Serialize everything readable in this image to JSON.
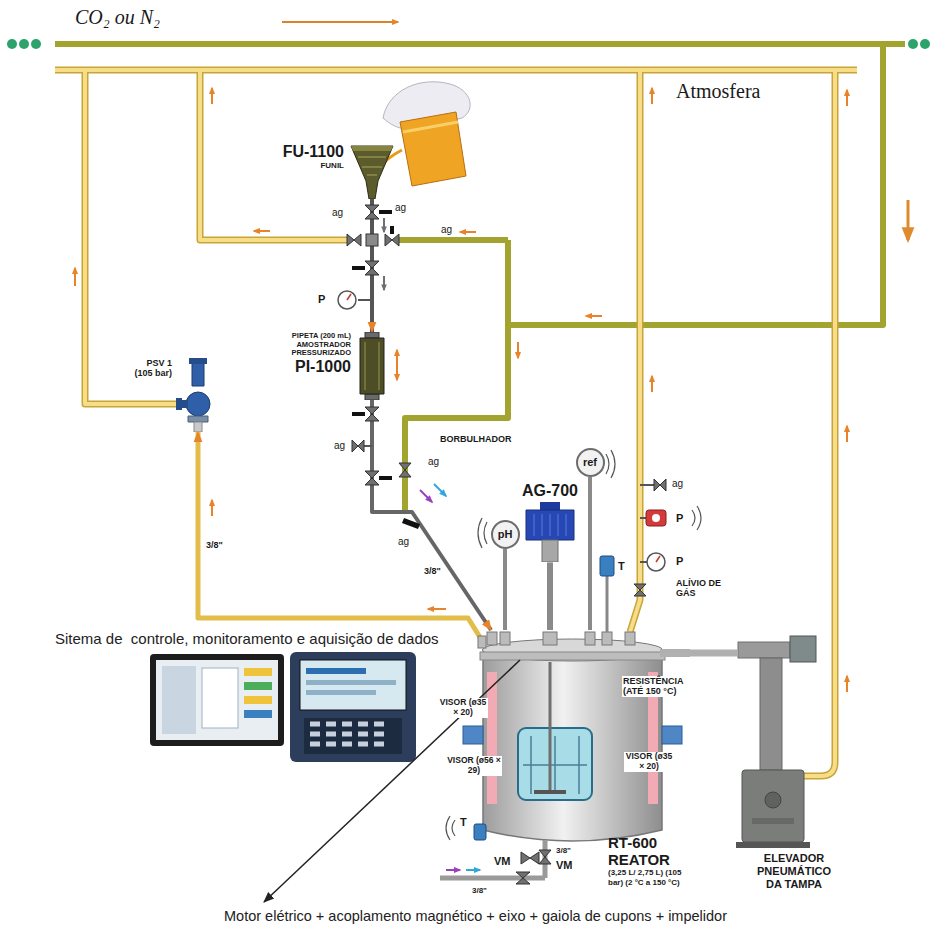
{
  "diagram": {
    "nodes": [
      {
        "text": [
          "FU-1100",
          "FUNIL"
        ]
      },
      {
        "text": [
          "PIPETA (200 mL) AMOSTRADOR PRESSURIZADO",
          "PI-1000"
        ]
      },
      {
        "text": [
          "PSV 1",
          "(105 bar)"
        ]
      },
      {
        "text": [
          "AG-700"
        ]
      },
      {
        "text": [
          "pH"
        ]
      },
      {
        "text": [
          "ref"
        ]
      },
      {
        "text": [
          "RT-600 REATOR",
          "(3,25 L/ 2,75 L) (105 bar) (2 °C a 150 °C)"
        ]
      },
      {
        "text": [
          "ELEVADOR PNEUMÁTICO DA TAMPA"
        ]
      }
    ],
    "edges": [
      {
        "from": 0,
        "to": 1,
        "arrow": "to"
      },
      {
        "from": 1,
        "to": 6,
        "arrow": "to"
      },
      {
        "from": 6,
        "to": 2,
        "arrow": "to"
      },
      {
        "from": 3,
        "to": 6,
        "arrow": "none"
      },
      {
        "from": 4,
        "to": 6,
        "arrow": "none"
      },
      {
        "from": 5,
        "to": 6,
        "arrow": "none"
      },
      {
        "from": 7,
        "to": 6,
        "arrow": "none"
      }
    ],
    "labels": [
      "CO₂ ou N₂",
      "Atmosfera",
      "ag",
      "ag",
      "ag",
      "P",
      "ag",
      "BORBULHADOR",
      "ag",
      "ag",
      "3/8\"",
      "3/8\"",
      "T",
      "ag",
      "P",
      "P",
      "ALÍVIO DE GÁS",
      "Sitema de  controle, monitoramento e aquisição de dados",
      "RESISTÊNCIA (ATÉ 150 °C)",
      "VISOR (ø35 × 20)",
      "VISOR (ø56 × 29)",
      "VISOR (ø35 × 20)",
      "T",
      "VM",
      "3/8\"",
      "VM",
      "3/8\"",
      "Motor elétrico + acoplamento magnético + eixo + gaiola de cupons + impelidor"
    ]
  }
}
